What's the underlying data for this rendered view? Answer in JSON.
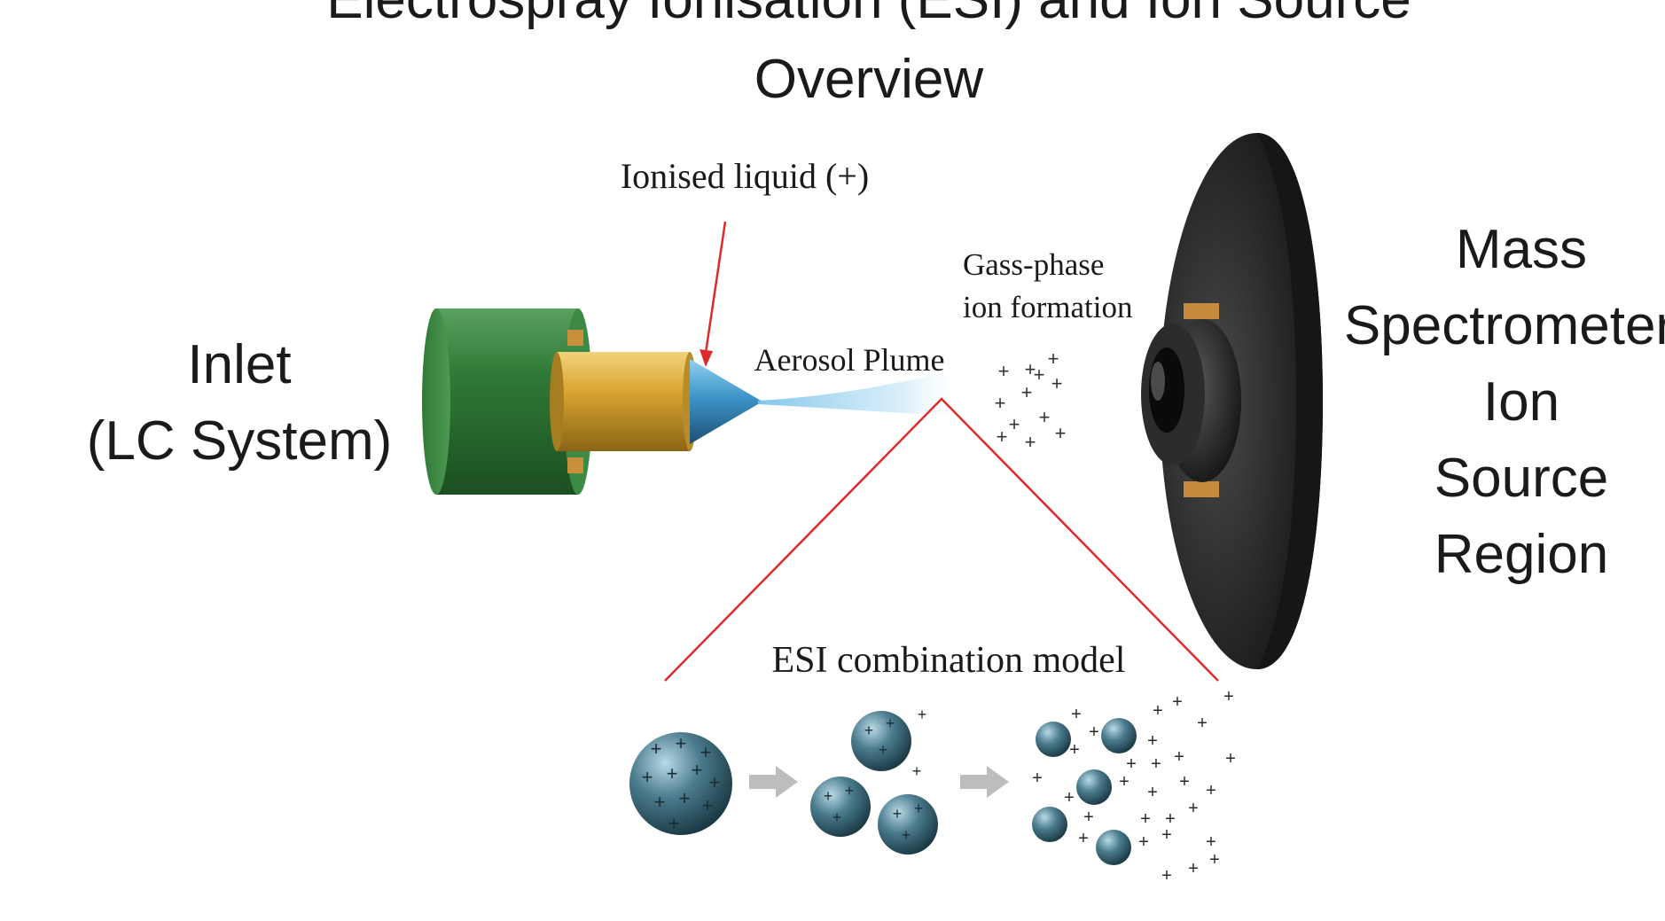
{
  "title": {
    "line1": "Electrospray Ionisation (ESI) and Ion Source",
    "line2": "Overview"
  },
  "inlet": {
    "line1": "Inlet",
    "line2": "(LC System)"
  },
  "mass_spec": {
    "line1": "Mass",
    "line2": "Spectrometer",
    "line3": "Ion",
    "line4": "Source",
    "line5": "Region"
  },
  "callouts": {
    "ionised_liquid": "Ionised liquid (+)",
    "aerosol_plume": "Aerosol Plume",
    "gas_phase_line1": "Gass-phase",
    "gas_phase_line2": "ion formation",
    "esi_model": "ESI combination model"
  },
  "ion_symbol": "+",
  "colors": {
    "inlet_green": "#2f7a36",
    "nozzle_gold": "#d9a431",
    "tip_blue": "#3d95c8",
    "pointer_red": "#dc2b2b",
    "cone_dark": "#2a2a2a",
    "droplet_teal": "#4b7c8e",
    "arrow_gray": "#bdbdbd"
  },
  "icons": {
    "ionised_liquid_pointer": "red-arrow-icon",
    "stage_arrow": "gray-right-arrow-icon"
  }
}
